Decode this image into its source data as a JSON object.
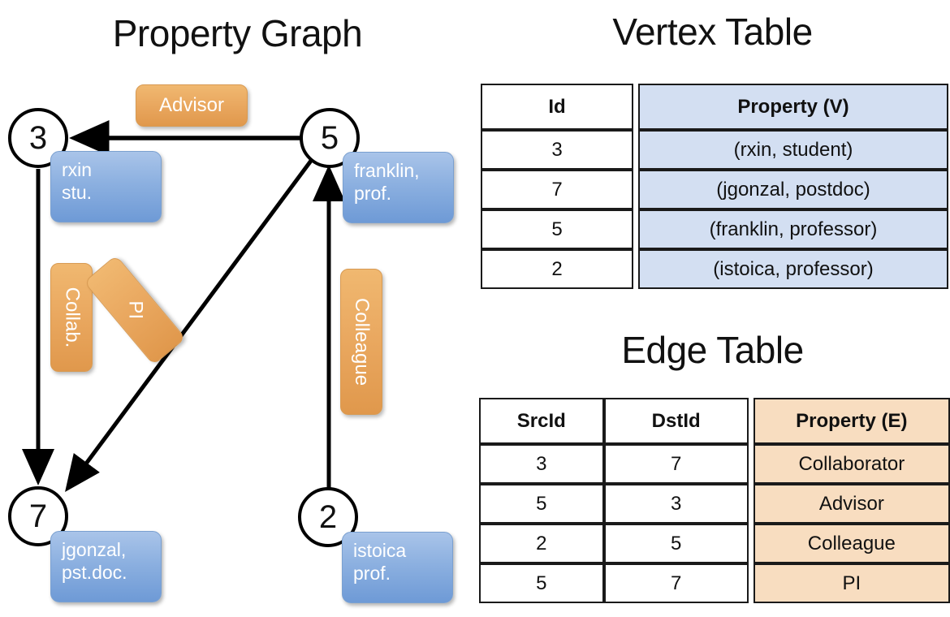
{
  "titles": {
    "graph": "Property Graph",
    "vertex_table": "Vertex Table",
    "edge_table": "Edge Table"
  },
  "graph": {
    "nodes": [
      {
        "id": "3",
        "property_label": "rxin\nstu.",
        "name": "rxin",
        "role": "stu."
      },
      {
        "id": "5",
        "property_label": "franklin,\nprof.",
        "name": "franklin,",
        "role": "prof."
      },
      {
        "id": "7",
        "property_label": "jgonzal,\npst.doc.",
        "name": "jgonzal,",
        "role": "pst.doc."
      },
      {
        "id": "2",
        "property_label": "istoica\nprof.",
        "name": "istoica",
        "role": "prof."
      }
    ],
    "node_labels": {
      "n3_line1": "rxin",
      "n3_line2": "stu.",
      "n5_line1": "franklin,",
      "n5_line2": "prof.",
      "n7_line1": "jgonzal,",
      "n7_line2": "pst.doc.",
      "n2_line1": "istoica",
      "n2_line2": "prof."
    },
    "edge_labels": {
      "advisor": "Advisor",
      "collab": "Collab.",
      "pi": "PI",
      "colleague": "Colleague"
    },
    "edges": [
      {
        "from": "5",
        "to": "3",
        "label": "Advisor"
      },
      {
        "from": "3",
        "to": "7",
        "label": "Collab."
      },
      {
        "from": "5",
        "to": "7",
        "label": "PI"
      },
      {
        "from": "2",
        "to": "5",
        "label": "Colleague"
      }
    ]
  },
  "vertex_table": {
    "columns": [
      "Id",
      "Property (V)"
    ],
    "rows": [
      {
        "id": "3",
        "property": "(rxin, student)"
      },
      {
        "id": "7",
        "property": "(jgonzal, postdoc)"
      },
      {
        "id": "5",
        "property": "(franklin, professor)"
      },
      {
        "id": "2",
        "property": "(istoica, professor)"
      }
    ]
  },
  "edge_table": {
    "columns": [
      "SrcId",
      "DstId",
      "Property (E)"
    ],
    "rows": [
      {
        "src": "3",
        "dst": "7",
        "property": "Collaborator"
      },
      {
        "src": "5",
        "dst": "3",
        "property": "Advisor"
      },
      {
        "src": "2",
        "dst": "5",
        "property": "Colleague"
      },
      {
        "src": "5",
        "dst": "7",
        "property": "PI"
      }
    ]
  },
  "colors": {
    "vertex_property_fill": "#d3dff2",
    "edge_property_fill": "#f8ddc0",
    "node_box_blue": "#8cb0e0",
    "edge_label_orange": "#eaa961",
    "stroke": "#000000",
    "background": "#ffffff"
  }
}
